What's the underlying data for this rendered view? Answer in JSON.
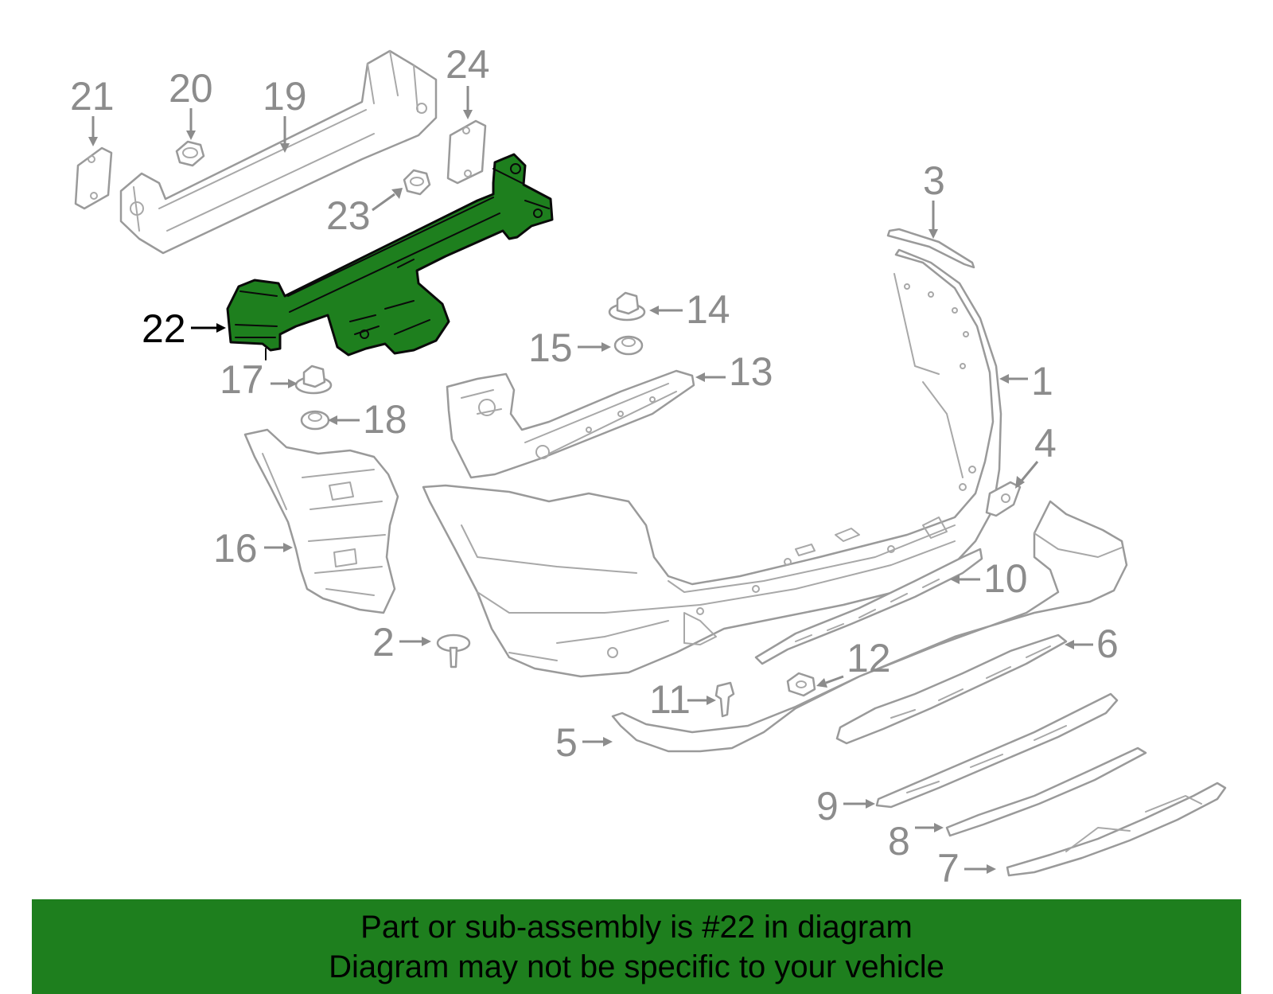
{
  "diagram": {
    "highlighted_part": "22",
    "callouts": {
      "c1": "1",
      "c2": "2",
      "c3": "3",
      "c4": "4",
      "c5": "5",
      "c6": "6",
      "c7": "7",
      "c8": "8",
      "c9": "9",
      "c10": "10",
      "c11": "11",
      "c12": "12",
      "c13": "13",
      "c14": "14",
      "c15": "15",
      "c16": "16",
      "c17": "17",
      "c18": "18",
      "c19": "19",
      "c20": "20",
      "c21": "21",
      "c22": "22",
      "c23": "23",
      "c24": "24"
    },
    "colors": {
      "highlight": "#1e7f1e",
      "line_art": "#9a9a9a",
      "banner": "#1e7f1e"
    }
  },
  "banner": {
    "line1": "Part or sub-assembly is #22 in diagram",
    "line2": "Diagram may not be specific to your vehicle"
  }
}
